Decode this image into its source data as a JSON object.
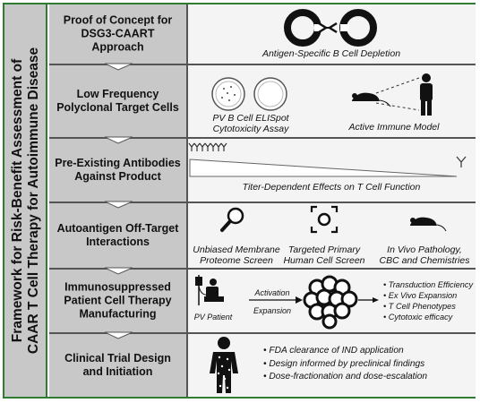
{
  "side_title": {
    "line1": "Framework for Risk-Benefit Assessment  of",
    "line2": "CAAR T Cell Therapy for Autoimmune Disease"
  },
  "rows": [
    {
      "title": "Proof of Concept for DSG3-CAART Approach",
      "captions": [
        "Antigen-Specific B Cell Depletion"
      ]
    },
    {
      "title": "Low Frequency Polyclonal Target Cells",
      "captions": [
        "PV B Cell ELISpot",
        "Cytotoxicity Assay",
        "Active Immune Model"
      ]
    },
    {
      "title": "Pre-Existing Antibodies Against Product",
      "captions": [
        "Titer-Dependent Effects on T Cell Function"
      ]
    },
    {
      "title": "Autoantigen Off-Target Interactions",
      "captions": [
        "Unbiased Membrane",
        "Proteome Screen",
        "Targeted Primary",
        "Human Cell Screen",
        "In Vivo Pathology,",
        "CBC and Chemistries"
      ]
    },
    {
      "title": "Immunosuppressed Patient Cell Therapy Manufacturing",
      "labels": {
        "patient": "PV Patient",
        "activation": "Activation",
        "expansion": "Expansion"
      },
      "bullets": [
        "Transduction Efficiency",
        "Ex Vivo Expansion",
        "T Cell Phenotypes",
        "Cytotoxic efficacy"
      ]
    },
    {
      "title": "Clinical Trial Design and Initiation",
      "bullets": [
        "FDA clearance of IND application",
        "Design informed by preclinical findings",
        "Dose-fractionation and dose-escalation"
      ]
    }
  ],
  "colors": {
    "frame": "#2e7d32",
    "panel": "#c8c8c8",
    "content": "#f4f4f4",
    "separator": "#555555"
  }
}
